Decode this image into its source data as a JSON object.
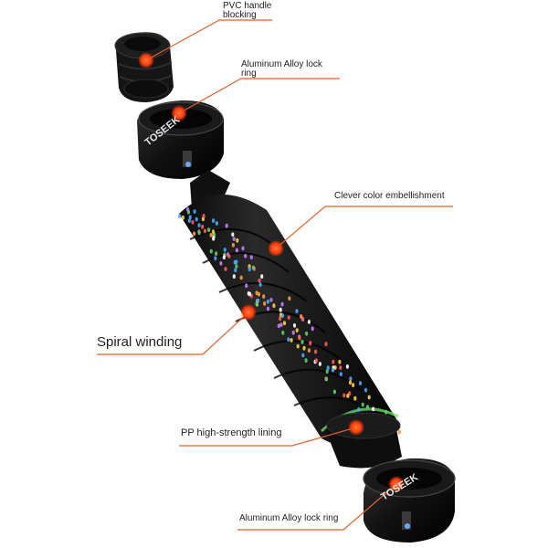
{
  "labels": {
    "pvc_blocking": [
      "PVC handle",
      "blocking"
    ],
    "lock_ring_top": [
      "Aluminum Alloy lock",
      "ring"
    ],
    "color_embellishment": "Clever color embellishment",
    "spiral_winding": "Spiral winding",
    "pp_lining": "PP high-strength lining",
    "lock_ring_bottom": "Aluminum Alloy lock ring"
  },
  "brand_mark": "TOSEEK",
  "colors": {
    "leader_line": "#e0622e",
    "marker_dot": "#ff4a12",
    "product_black": "#141414",
    "label_text": "#222222"
  }
}
